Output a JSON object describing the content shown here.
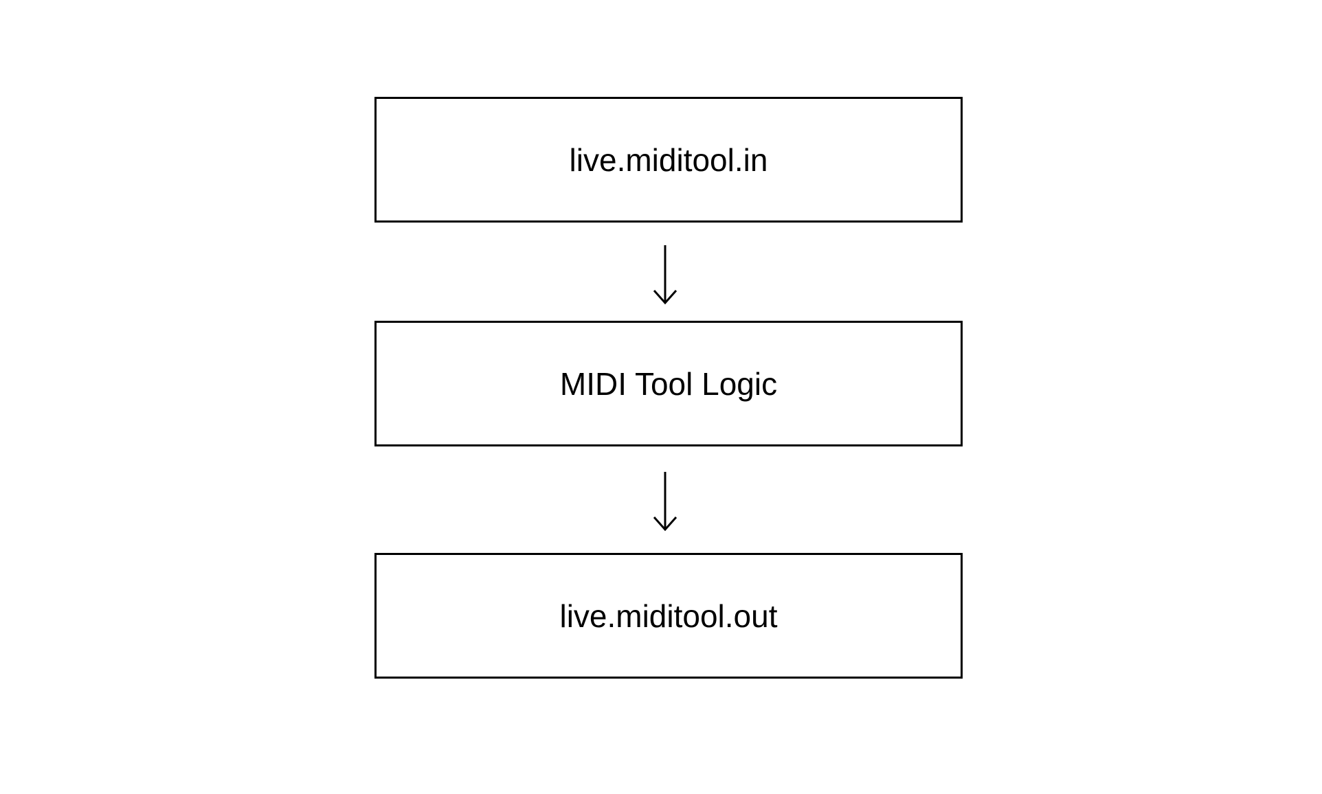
{
  "diagram": {
    "type": "flowchart",
    "direction": "top-to-bottom",
    "nodes": [
      {
        "id": "node-1",
        "label": "live.miditool.in"
      },
      {
        "id": "node-2",
        "label": "MIDI Tool Logic"
      },
      {
        "id": "node-3",
        "label": "live.miditool.out"
      }
    ],
    "edges": [
      {
        "from": "node-1",
        "to": "node-2",
        "style": "arrow-down"
      },
      {
        "from": "node-2",
        "to": "node-3",
        "style": "arrow-down"
      }
    ],
    "colors": {
      "stroke": "#000000",
      "background": "#ffffff"
    }
  }
}
